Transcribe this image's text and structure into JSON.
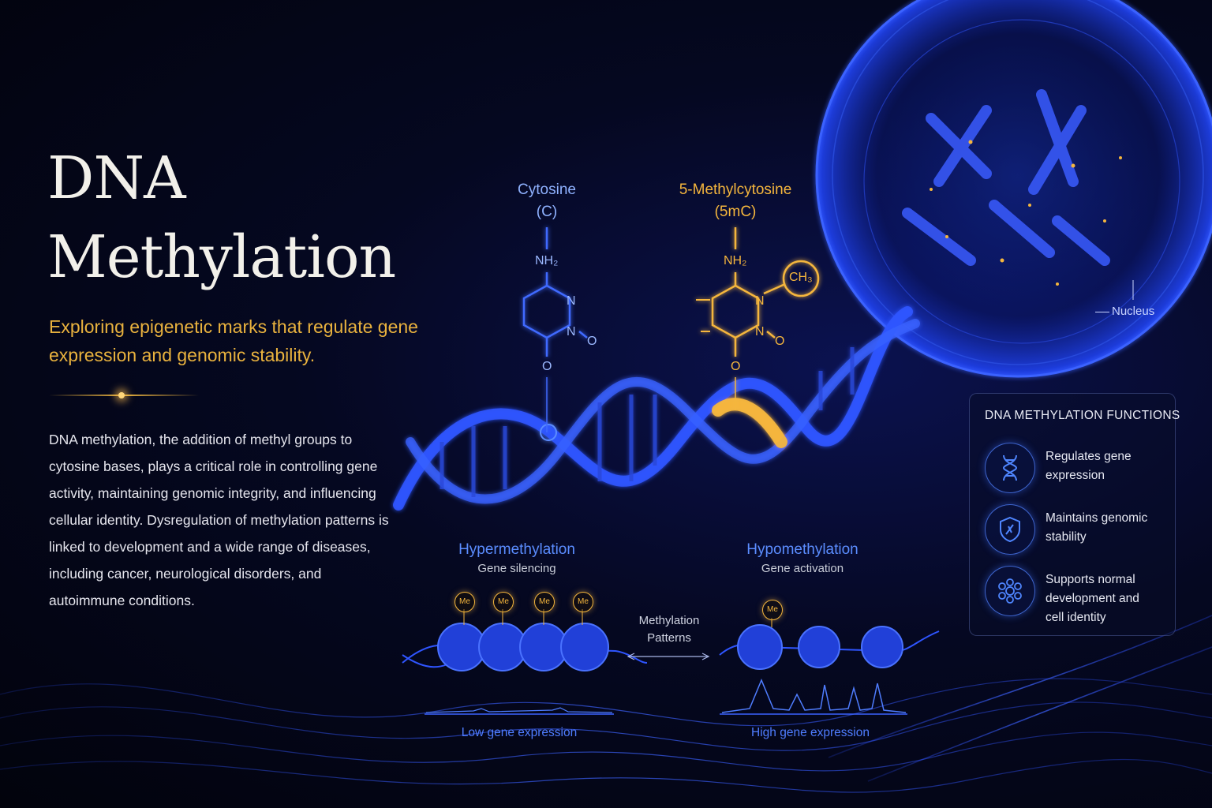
{
  "header": {
    "title_line1": "DNA",
    "title_line2": "Methylation",
    "subtitle": "Exploring epigenetic marks that regulate gene expression and genomic stability."
  },
  "description": "DNA methylation, the addition of methyl groups to cytosine bases, plays a critical role in controlling gene activity, maintaining genomic integrity, and influencing cellular identity. Dysregulation of methylation patterns is linked to development and a wide range of diseases, including cancer, neurological disorders, and autoimmune conditions.",
  "molecules": {
    "cytosine": {
      "name": "Cytosine",
      "abbr": "(C)",
      "nh2": "NH₂",
      "n": "N",
      "o_right": "O",
      "o_bottom": "O"
    },
    "methylcytosine": {
      "name": "5-Methylcytosine",
      "abbr": "(5mC)",
      "nh2": "NH₂",
      "n": "N",
      "o_right": "O",
      "o_bottom": "O",
      "ch3": "CH₃"
    }
  },
  "nucleus_label": "Nucleus",
  "patterns": {
    "hyper": {
      "title": "Hypermethylation",
      "subtitle": "Gene silencing",
      "expression": "Low gene expression",
      "me_count": 4
    },
    "hypo": {
      "title": "Hypomethylation",
      "subtitle": "Gene activation",
      "expression": "High gene expression",
      "me_count": 1
    },
    "center_label_line1": "Methylation",
    "center_label_line2": "Patterns",
    "me_label": "Me"
  },
  "functions": {
    "title": "DNA METHYLATION FUNCTIONS",
    "items": [
      {
        "icon": "dna-helix-icon",
        "text_line1": "Regulates gene",
        "text_line2": "expression",
        "text_line3": ""
      },
      {
        "icon": "shield-icon",
        "text_line1": "Maintains genomic",
        "text_line2": "stability",
        "text_line3": ""
      },
      {
        "icon": "cell-cluster-icon",
        "text_line1": "Supports normal",
        "text_line2": "development and",
        "text_line3": "cell identity"
      }
    ]
  },
  "colors": {
    "accent_gold": "#e9b23e",
    "accent_blue": "#3d6bff",
    "background": "#02030c"
  }
}
